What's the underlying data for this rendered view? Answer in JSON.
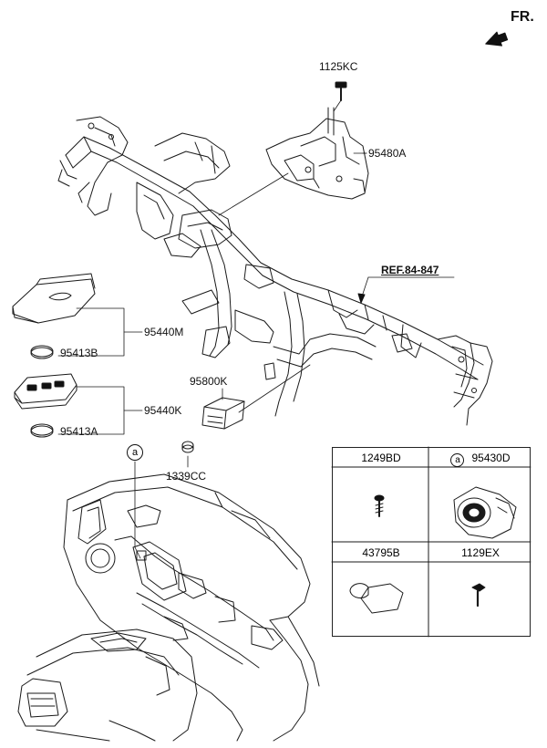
{
  "header": {
    "direction_label": "FR."
  },
  "labels": {
    "bolt_top": "1125KC",
    "bracket": "95480A",
    "reference": "REF.84-847",
    "smart_key_case": "95440M",
    "battery_1": "95413B",
    "smart_key": "95440K",
    "battery_2": "95413A",
    "module": "95800K",
    "nut": "1339CC",
    "callout": "a"
  },
  "parts_table": {
    "cells": [
      {
        "code": "1249BD",
        "callout": ""
      },
      {
        "code": "95430D",
        "callout": "a"
      },
      {
        "code": "43795B",
        "callout": ""
      },
      {
        "code": "1129EX",
        "callout": ""
      }
    ]
  },
  "icons": [
    "fr-arrow-icon",
    "screw-icon",
    "start-button-icon",
    "pad-icon",
    "bolt-icon"
  ]
}
